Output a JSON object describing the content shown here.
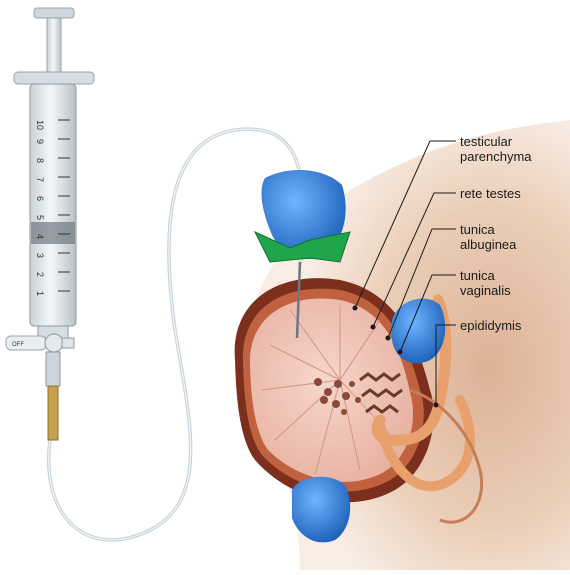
{
  "syringe": {
    "scale_marks": [
      "10",
      "9",
      "8",
      "7",
      "6",
      "5",
      "4",
      "3",
      "2",
      "1"
    ],
    "stopcock_text": "OFF"
  },
  "labels": {
    "testicular_parenchyma": [
      "testicular",
      "parenchyma"
    ],
    "rete_testes": [
      "rete testes"
    ],
    "tunica_albuginea": [
      "tunica",
      "albuginea"
    ],
    "tunica_vaginalis": [
      "tunica",
      "vaginalis"
    ],
    "epididymis": [
      "epididymis"
    ]
  },
  "colors": {
    "skin": "#e8c9b0",
    "parenchyma": "#f0c8bd",
    "albuginea": "#c97a6a",
    "vaginalis": "#b15a3c",
    "epididymis": "#e8a06d",
    "gloves": "#2f7bd6",
    "clip": "#1fa54a"
  }
}
